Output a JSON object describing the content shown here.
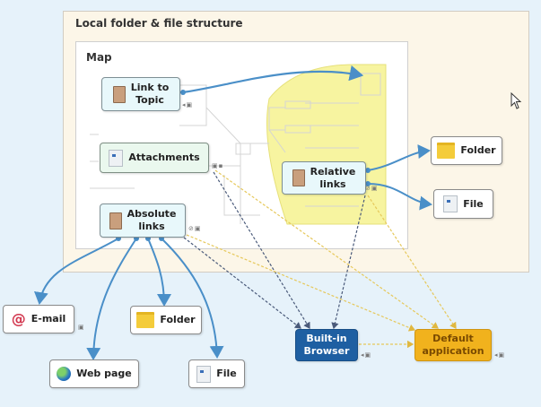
{
  "diagram": {
    "outer_title": "Local folder & file structure",
    "map_title": "Map",
    "nodes": {
      "link_to_topic": {
        "label_line1": "Link to",
        "label_line2": "Topic",
        "icon": "document-icon"
      },
      "attachments": {
        "label": "Attachments",
        "icon": "file-icon"
      },
      "absolute_links": {
        "label_line1": "Absolute",
        "label_line2": "links",
        "icon": "document-icon"
      },
      "relative_links": {
        "label_line1": "Relative",
        "label_line2": "links",
        "icon": "document-icon"
      },
      "folder_local": {
        "label": "Folder",
        "icon": "folder-icon"
      },
      "file_local": {
        "label": "File",
        "icon": "file-icon"
      },
      "email": {
        "label": "E-mail",
        "icon": "at-sign-icon"
      },
      "web_page": {
        "label": "Web page",
        "icon": "globe-icon"
      },
      "folder_abs": {
        "label": "Folder",
        "icon": "folder-icon"
      },
      "file_abs": {
        "label": "File",
        "icon": "file-icon"
      },
      "builtin_browser": {
        "label_line1": "Built-in",
        "label_line2": "Browser"
      },
      "default_application": {
        "label_line1": "Default",
        "label_line2": "application"
      }
    },
    "colors": {
      "link_blue": "#4a8fc8",
      "dashed_navy": "#4a5a7a",
      "dashed_yellow": "#e9c95a",
      "browser_blue": "#1e5fa2",
      "default_app_orange": "#f1b21d",
      "map_highlight_yellow": "#f7f4a0"
    }
  }
}
